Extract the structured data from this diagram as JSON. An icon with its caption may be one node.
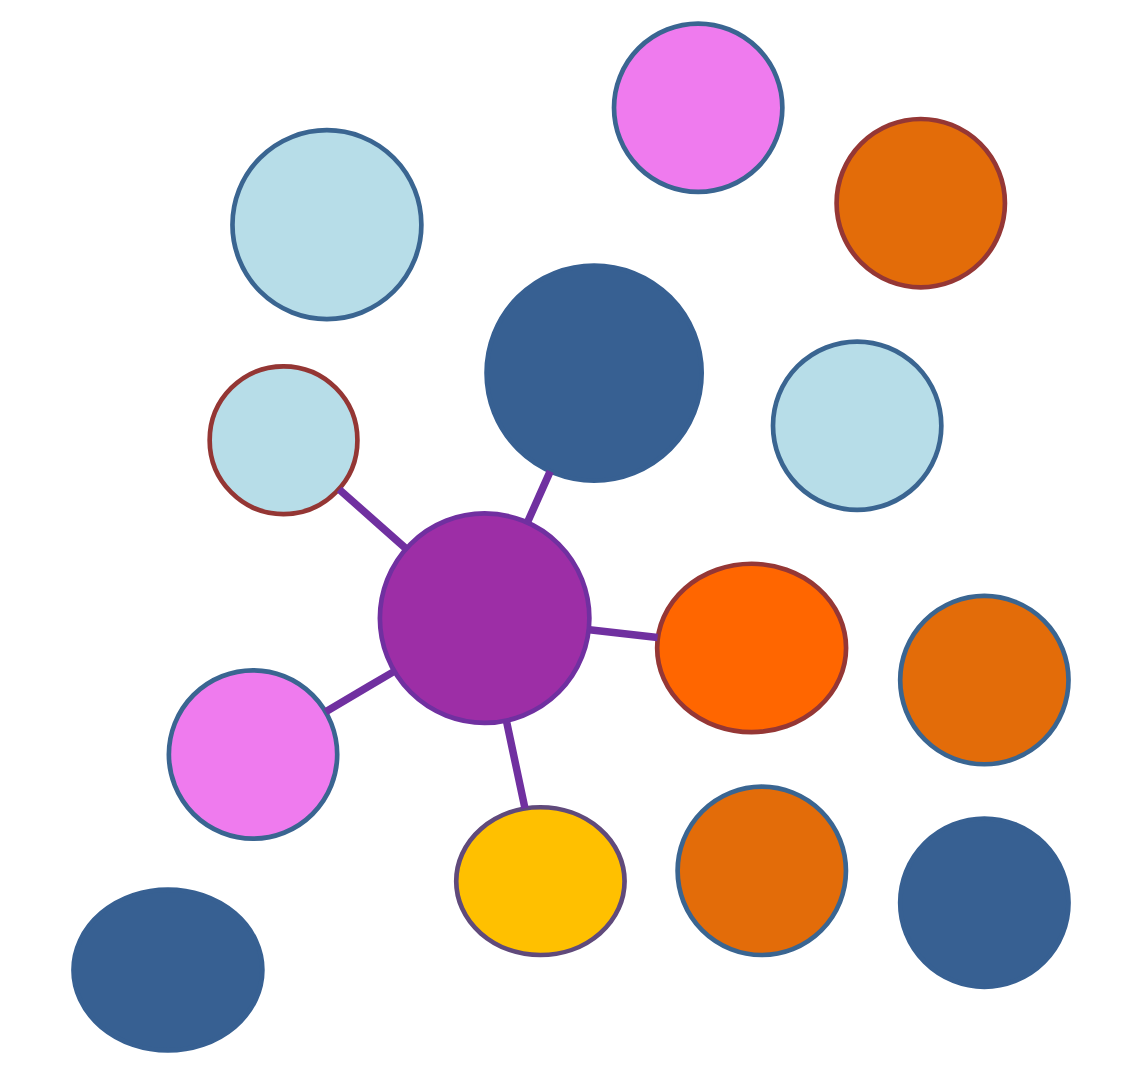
{
  "diagram": {
    "nodes": [
      {
        "text": [],
        "shape": "circle"
      },
      {
        "text": [],
        "shape": "circle"
      },
      {
        "text": [],
        "shape": "circle"
      },
      {
        "text": [],
        "shape": "ellipse"
      },
      {
        "text": [],
        "shape": "ellipse"
      },
      {
        "text": [],
        "shape": "circle"
      },
      {
        "text": [],
        "shape": "circle"
      },
      {
        "text": [],
        "shape": "circle"
      },
      {
        "text": [],
        "shape": "circle"
      },
      {
        "text": [],
        "shape": "circle"
      },
      {
        "text": [],
        "shape": "circle"
      },
      {
        "text": [],
        "shape": "circle"
      },
      {
        "text": [],
        "shape": "ellipse"
      },
      {
        "text": [],
        "shape": "circle"
      }
    ],
    "edges": [
      {
        "from": 5,
        "to": 2,
        "arrow": "none"
      },
      {
        "from": 5,
        "to": 3,
        "arrow": "none"
      },
      {
        "from": 5,
        "to": 11,
        "arrow": "none"
      },
      {
        "from": 5,
        "to": 8,
        "arrow": "none"
      },
      {
        "from": 5,
        "to": 4,
        "arrow": "none"
      }
    ]
  }
}
